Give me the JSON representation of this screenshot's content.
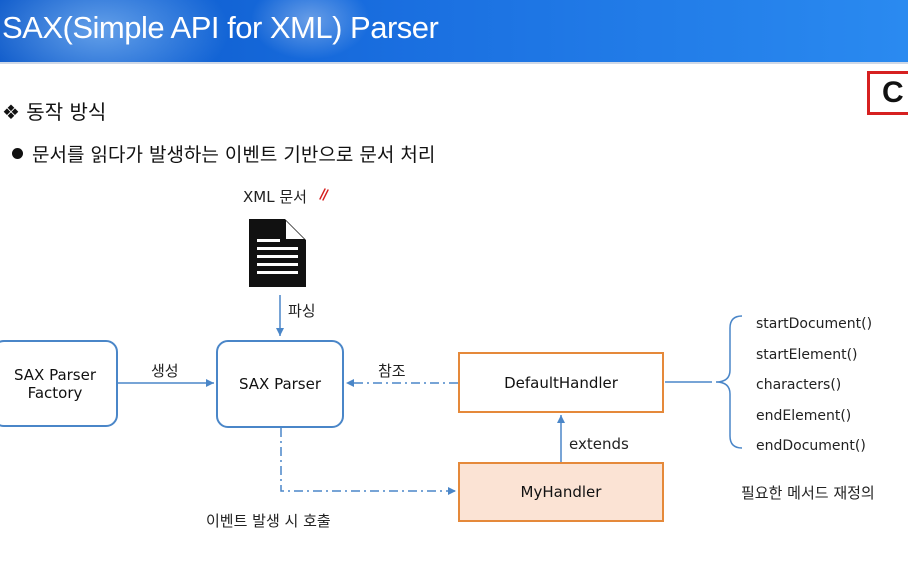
{
  "slide": {
    "title": "SAX(Simple API for XML) Parser",
    "corner_tag": "C",
    "heading": "동작 방식",
    "heading_marker": "❖",
    "bullet": "문서를 읽다가 발생하는 이벤트 기반으로 문서 처리"
  },
  "diagram": {
    "xml_doc_label": "XML 문서",
    "document_icon": "document-icon",
    "parse_label": "파싱",
    "factory_box": [
      "SAX Parser",
      "Factory"
    ],
    "create_label": "생성",
    "parser_box": "SAX Parser",
    "reference_label": "참조",
    "default_handler_box": "DefaultHandler",
    "extends_label": "extends",
    "my_handler_box": "MyHandler",
    "event_call_label": "이벤트 발생 시 호출",
    "methods": [
      "startDocument()",
      "startElement()",
      "characters()",
      "endElement()",
      "endDocument()"
    ],
    "override_label": "필요한 메서드 재정의"
  },
  "colors": {
    "banner": "#1a6fe0",
    "box_blue": "#4a86c8",
    "box_orange": "#e5893a",
    "my_handler_fill": "#fbe3d4",
    "annotation_red": "#d62020",
    "tag_border": "#d62020"
  }
}
